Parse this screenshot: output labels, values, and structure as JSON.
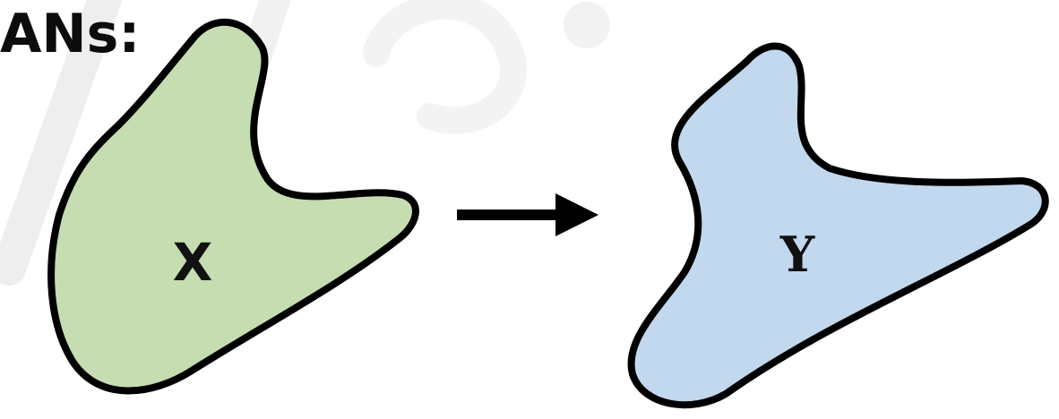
{
  "heading": {
    "text": "ANs:"
  },
  "diagram": {
    "source_set": {
      "label": "X",
      "fill_color": "#c5ddb0"
    },
    "target_set": {
      "label": "Y",
      "fill_color": "#c2d8ee"
    },
    "arrow_icon": "right-arrow-icon",
    "outline_color": "#000000"
  }
}
